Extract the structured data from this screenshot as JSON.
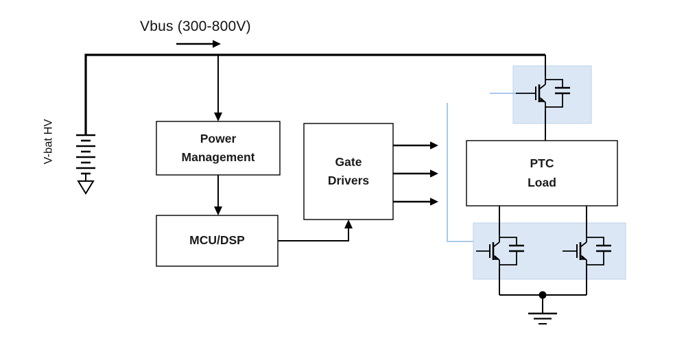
{
  "labels": {
    "vbus": "Vbus (300-800V)",
    "vbat": "V-bat HV"
  },
  "blocks": {
    "power_management": {
      "line1": "Power",
      "line2": "Management"
    },
    "mcu_dsp": {
      "label": "MCU/DSP"
    },
    "gate_drivers": {
      "line1": "Gate",
      "line2": "Drivers"
    },
    "ptc_load": {
      "line1": "PTC",
      "line2": "Load"
    }
  },
  "colors": {
    "stroke": "#000000",
    "block_fill": "#ffffff",
    "block_border": "#000000",
    "igbt_box_fill": "#dbe7f5",
    "igbt_box_border": "#bcd2ea",
    "gate_net_blue": "#9dc3e6",
    "background": "#ffffff"
  },
  "icons": {
    "battery": "battery-icon",
    "chassis_ground": "ground-chevron-icon",
    "earth_ground": "earth-ground-icon",
    "igbt": "igbt-icon",
    "capacitor": "capacitor-icon",
    "node_dot": "junction-dot",
    "flow_arrow": "arrow-icon"
  }
}
